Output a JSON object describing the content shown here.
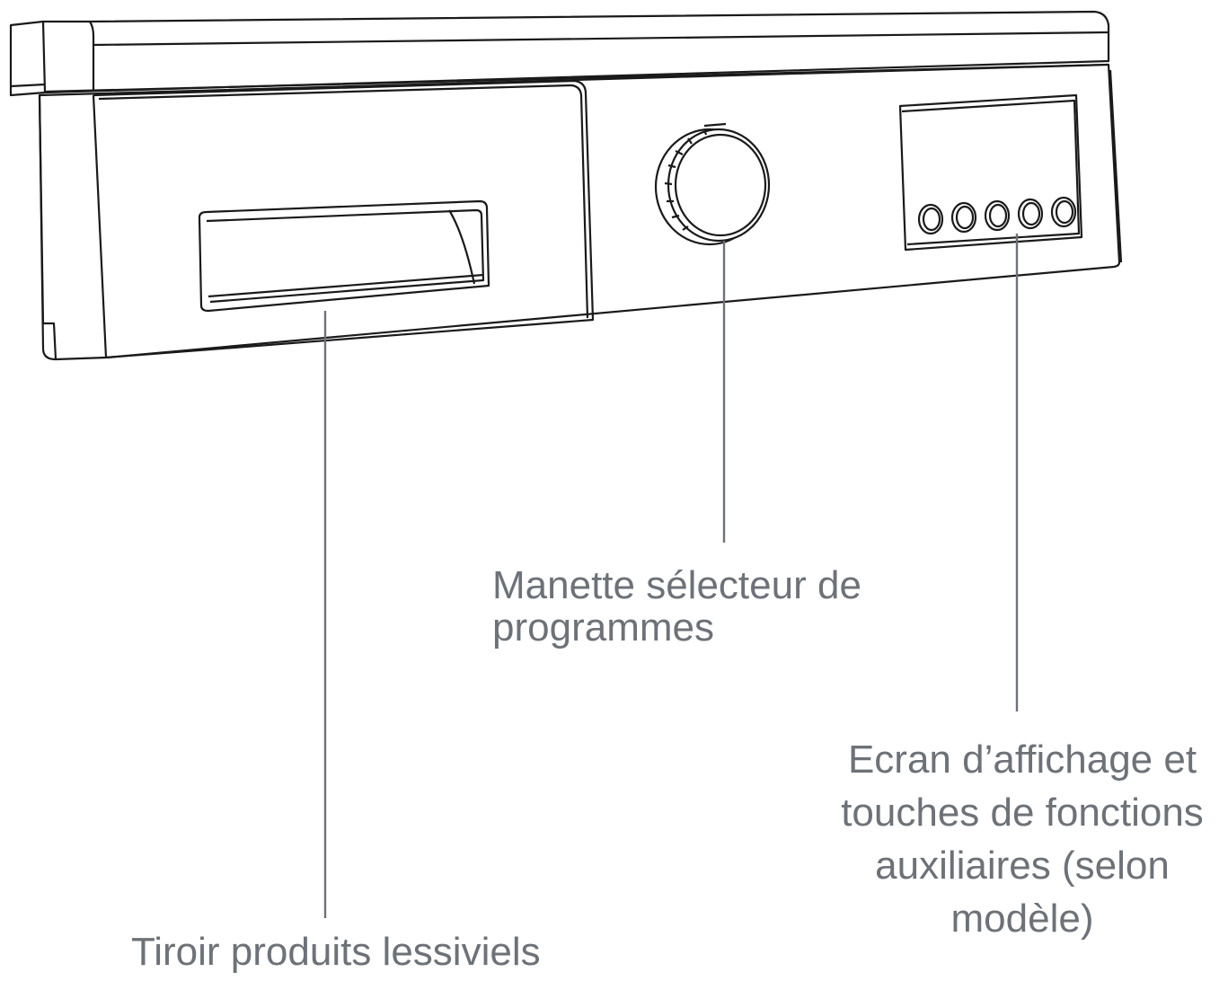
{
  "diagram": {
    "labels": {
      "selector_knob": {
        "lines": [
          "Manette sélecteur de",
          "programmes"
        ]
      },
      "display_panel": {
        "lines": [
          "Ecran d’affichage et",
          "touches de fonctions",
          "auxiliaires (selon",
          "modèle)"
        ]
      },
      "detergent_drawer": {
        "lines": [
          "Tiroir produits lessiviels"
        ]
      }
    },
    "colors": {
      "line_art": "#1a1a1a",
      "leader_line": "#6d7278",
      "label_text": "#6d7278",
      "background": "#ffffff"
    },
    "function_button_count": 5
  }
}
